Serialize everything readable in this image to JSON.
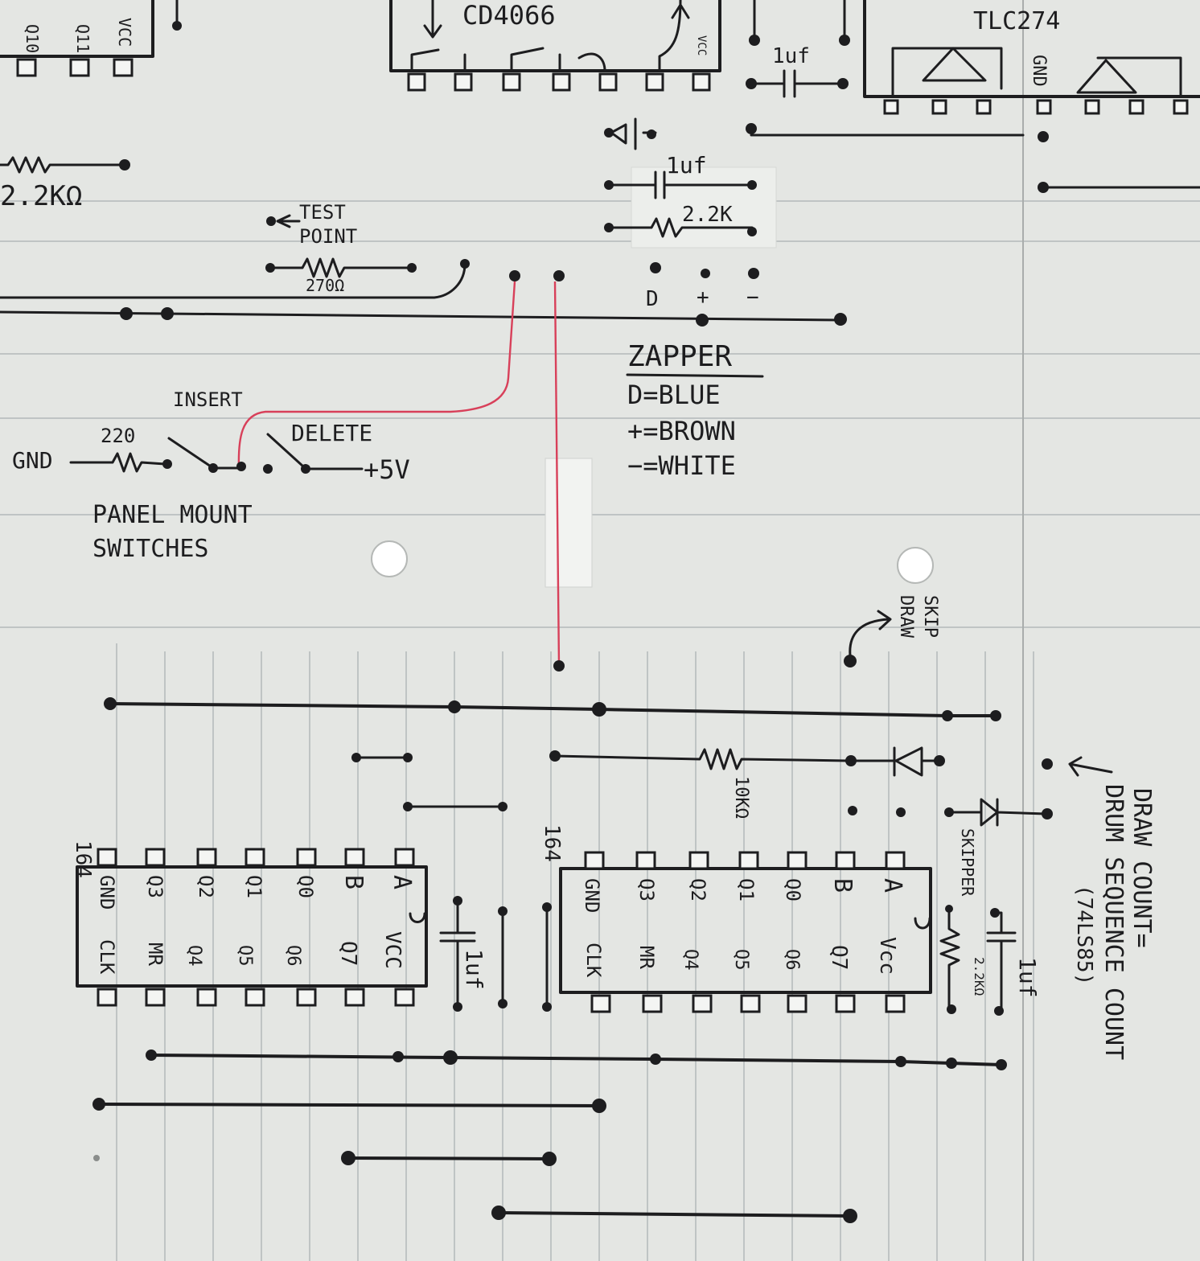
{
  "labels": {
    "res_22k_left": "2.2KΩ",
    "cd4066": "CD4066",
    "tlc274": "TLC274",
    "gnd_top": "GND",
    "cap_1uf_top": "1uf",
    "cap_1uf_mid": "1uf",
    "res_22k_mid": "2.2K",
    "test_point_1": "TEST",
    "test_point_2": "POINT",
    "res_270": "270Ω",
    "zap_d": "D",
    "zap_plus": "+",
    "zap_minus": "−",
    "zapper_title": "ZAPPER",
    "zapper_d": "D=BLUE",
    "zapper_plus": "+=BROWN",
    "zapper_minus": "−=WHITE",
    "insert": "INSERT",
    "delete": "DELETE",
    "gnd_switch": "GND",
    "res_220": "220",
    "plus5v": "+5V",
    "panel_1": "PANEL MOUNT",
    "panel_2": "SWITCHES",
    "skip_1": "SKIP",
    "skip_2": "DRAW",
    "res_10k": "10KΩ",
    "skipper": "SKIPPER",
    "res_22k_right": "2.2KΩ",
    "cap_1uf_right": "1uf",
    "cap_1uf_left": "1uf",
    "chip_left_id": "164",
    "chip_right_id": "164",
    "draw_1": "DRAW COUNT=",
    "draw_2": "DRUM SEQUENCE COUNT",
    "draw_3": "(74LS85)"
  },
  "top_chip_pins": [
    "Q10",
    "Q11",
    "VCC"
  ],
  "chip_left": {
    "top_row": [
      "GND",
      "Q3",
      "Q2",
      "Q1",
      "Q0",
      "B",
      "A"
    ],
    "bottom_row": [
      "CLK",
      "MR",
      "Q4",
      "Q5",
      "Q6",
      "Q7",
      "VCC"
    ]
  },
  "chip_right": {
    "top_row": [
      "GND",
      "Q3",
      "Q2",
      "Q1",
      "Q0",
      "B",
      "A"
    ],
    "bottom_row": [
      "CLK",
      "MR",
      "Q4",
      "Q5",
      "Q6",
      "Q7",
      "Vcc"
    ]
  },
  "colors": {
    "paper": "#e4e6e3",
    "ink": "#1d1d1f",
    "red_wire": "#d8405a",
    "rule_line": "#bfc4c4"
  }
}
